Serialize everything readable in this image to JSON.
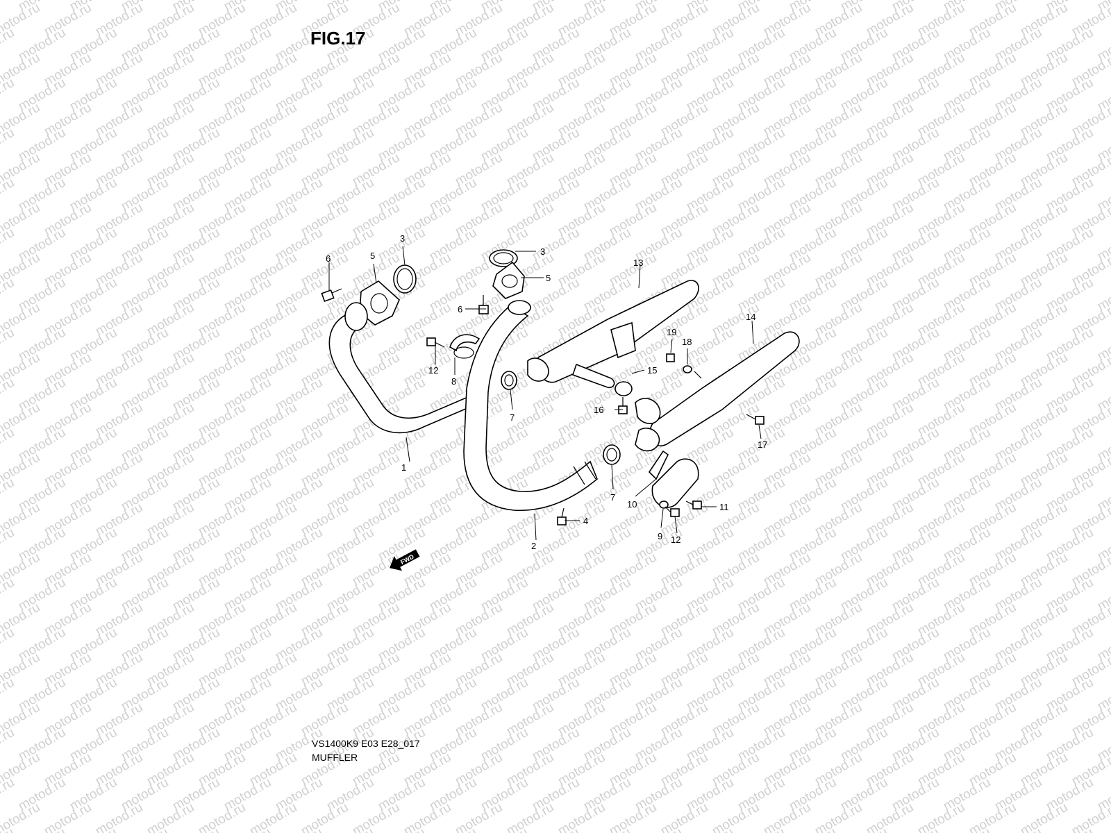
{
  "figure": {
    "title": "FIG.17",
    "model_code": "VS1400K9 E03 E28_017",
    "caption": "MUFFLER",
    "watermark_text": "motod.ru",
    "fwd_label": "FWD"
  },
  "callouts": [
    {
      "id": "c1",
      "label": "1"
    },
    {
      "id": "c2",
      "label": "2"
    },
    {
      "id": "c3a",
      "label": "3"
    },
    {
      "id": "c3b",
      "label": "3"
    },
    {
      "id": "c4",
      "label": "4"
    },
    {
      "id": "c5a",
      "label": "5"
    },
    {
      "id": "c5b",
      "label": "5"
    },
    {
      "id": "c6a",
      "label": "6"
    },
    {
      "id": "c6b",
      "label": "6"
    },
    {
      "id": "c7a",
      "label": "7"
    },
    {
      "id": "c7b",
      "label": "7"
    },
    {
      "id": "c8",
      "label": "8"
    },
    {
      "id": "c9",
      "label": "9"
    },
    {
      "id": "c10",
      "label": "10"
    },
    {
      "id": "c11",
      "label": "11"
    },
    {
      "id": "c12a",
      "label": "12"
    },
    {
      "id": "c12b",
      "label": "12"
    },
    {
      "id": "c13",
      "label": "13"
    },
    {
      "id": "c14",
      "label": "14"
    },
    {
      "id": "c15",
      "label": "15"
    },
    {
      "id": "c16",
      "label": "16"
    },
    {
      "id": "c17",
      "label": "17"
    },
    {
      "id": "c18",
      "label": "18"
    },
    {
      "id": "c19",
      "label": "19"
    }
  ]
}
